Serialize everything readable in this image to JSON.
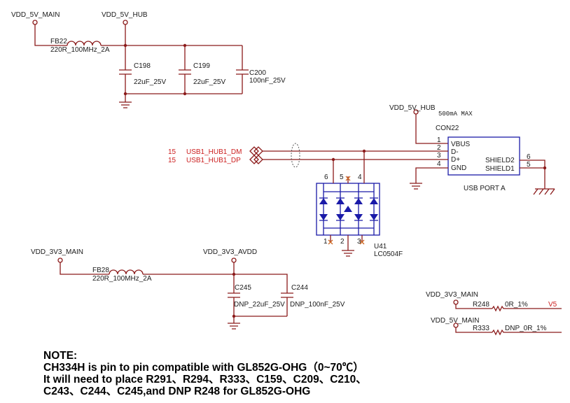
{
  "power": {
    "vdd5_main": "VDD_5V_MAIN",
    "vdd5_hub": "VDD_5V_HUB",
    "vdd5_hub_con": "VDD_5V_HUB",
    "vdd3v3_main": "VDD_3V3_MAIN",
    "vdd3v3_avdd": "VDD_3V3_AVDD",
    "vdd3v3_main_r": "VDD_3V3_MAIN",
    "vdd5_main_r": "VDD_5V_MAIN"
  },
  "parts": {
    "fb22": {
      "ref": "FB22",
      "value": "220R_100MHz_2A"
    },
    "c198": {
      "ref": "C198",
      "value": "22uF_25V"
    },
    "c199": {
      "ref": "C199",
      "value": "22uF_25V"
    },
    "c200": {
      "ref": "C200",
      "value": "100nF_25V"
    },
    "fb28": {
      "ref": "FB28",
      "value": "220R_100MHz_2A"
    },
    "c245": {
      "ref": "C245",
      "value": "DNP_22uF_25V"
    },
    "c244": {
      "ref": "C244",
      "value": "DNP_100nF_25V"
    },
    "r248": {
      "ref": "R248",
      "value": "0R_1%"
    },
    "r333": {
      "ref": "R333",
      "value": "DNP_0R_1%"
    },
    "u41": {
      "ref": "U41",
      "value": "LC0504F"
    }
  },
  "connector": {
    "ref": "CON22",
    "current": "500mA MAX",
    "name": "USB PORT A",
    "pins": [
      {
        "num": "1",
        "name": "VBUS"
      },
      {
        "num": "2",
        "name": "D-"
      },
      {
        "num": "3",
        "name": "D+"
      },
      {
        "num": "4",
        "name": "GND"
      }
    ],
    "shield_pins": [
      {
        "num": "6",
        "name": "SHIELD2"
      },
      {
        "num": "5",
        "name": "SHIELD1"
      }
    ]
  },
  "nets": {
    "dm": {
      "page": "15",
      "name": "USB1_HUB1_DM"
    },
    "dp": {
      "page": "15",
      "name": "USB1_HUB1_DP"
    },
    "v5": "V5"
  },
  "u41_pins": {
    "p6": "6",
    "p5": "5",
    "p4": "4",
    "p1": "1",
    "p2": "2",
    "p3": "3"
  },
  "note": {
    "title": "NOTE:",
    "line1": "CH334H is pin to pin compatible with GL852G-OHG（0~70℃）",
    "line2": "It will need to place R291、R294、R333、C159、C209、C210、",
    "line3": "C243、C244、C245,and DNP R248 for GL852G-OHG"
  }
}
